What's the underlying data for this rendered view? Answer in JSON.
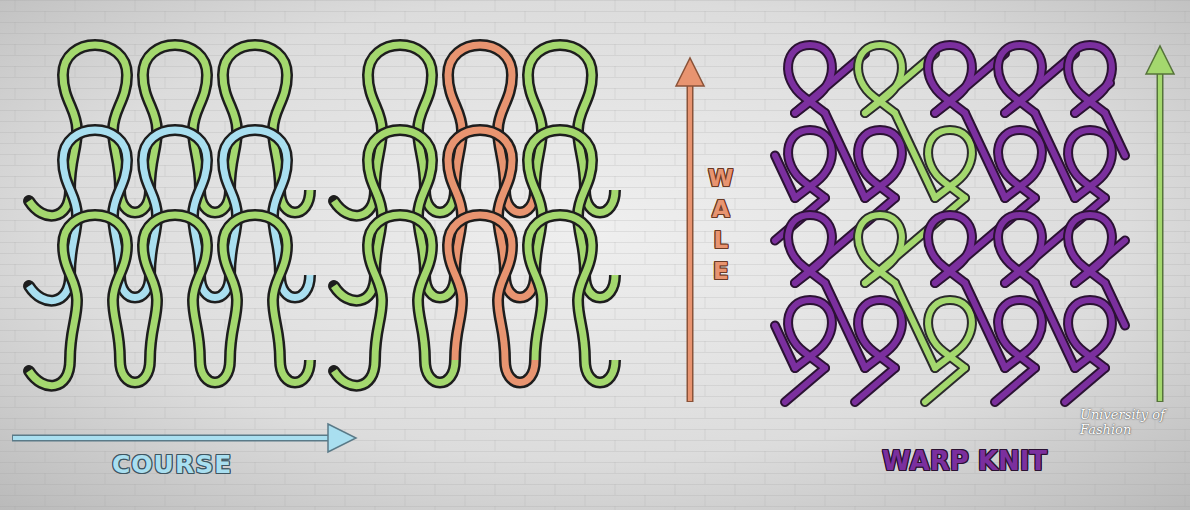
{
  "diagram": {
    "labels": [
      "COURSE",
      "WALE",
      "WARP KNIT",
      "University of Fashion"
    ]
  }
}
